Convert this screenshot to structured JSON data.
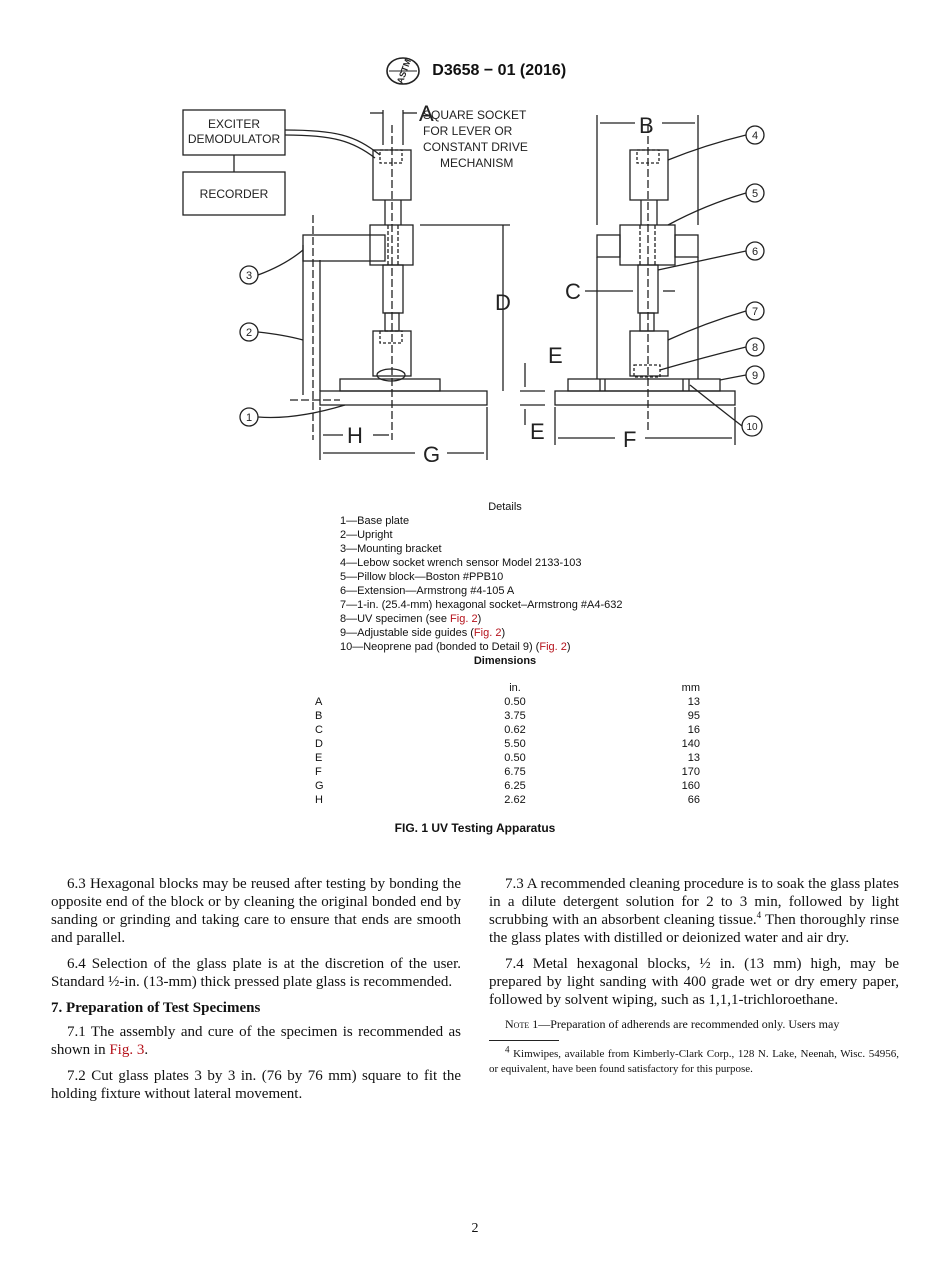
{
  "header": {
    "logo_text": "ASTM",
    "designation": "D3658 − 01 (2016)"
  },
  "figure": {
    "labels": {
      "exciter": "EXCITER",
      "demodulator": "DEMODULATOR",
      "recorder": "RECORDER",
      "socket_line1": "SQUARE SOCKET",
      "socket_line2": "FOR LEVER OR",
      "socket_line3": "CONSTANT DRIVE",
      "socket_line4": "MECHANISM",
      "dim_a": "A",
      "dim_b": "B",
      "dim_c": "C",
      "dim_d": "D",
      "dim_e_top": "E",
      "dim_e_bottom": "E",
      "dim_f": "F",
      "dim_g": "G",
      "dim_h": "H",
      "callouts": [
        "1",
        "2",
        "3",
        "4",
        "5",
        "6",
        "7",
        "8",
        "9",
        "10"
      ]
    }
  },
  "details": {
    "heading": "Details",
    "items": [
      {
        "text": "1—Base plate",
        "ref": "",
        "tail": ""
      },
      {
        "text": "2—Upright",
        "ref": "",
        "tail": ""
      },
      {
        "text": "3—Mounting bracket",
        "ref": "",
        "tail": ""
      },
      {
        "text": "4—Lebow socket wrench sensor Model 2133-103",
        "ref": "",
        "tail": ""
      },
      {
        "text": "5—Pillow block—Boston #PPB10",
        "ref": "",
        "tail": ""
      },
      {
        "text": "6—Extension—Armstrong #4-105 A",
        "ref": "",
        "tail": ""
      },
      {
        "text": "7—1-in. (25.4-mm) hexagonal socket–Armstrong #A4-632",
        "ref": "",
        "tail": ""
      },
      {
        "text": "8—UV specimen (see ",
        "ref": "Fig. 2",
        "tail": ")"
      },
      {
        "text": "9—Adjustable side guides (",
        "ref": "Fig. 2",
        "tail": ")"
      },
      {
        "text": "10—Neoprene pad (bonded to Detail 9) (",
        "ref": "Fig. 2",
        "tail": ")"
      }
    ]
  },
  "dimensions": {
    "heading": "Dimensions",
    "columns": [
      "",
      "in.",
      "mm"
    ],
    "rows": [
      [
        "A",
        "0.50",
        "13"
      ],
      [
        "B",
        "3.75",
        "95"
      ],
      [
        "C",
        "0.62",
        "16"
      ],
      [
        "D",
        "5.50",
        "140"
      ],
      [
        "E",
        "0.50",
        "13"
      ],
      [
        "F",
        "6.75",
        "170"
      ],
      [
        "G",
        "6.25",
        "160"
      ],
      [
        "H",
        "2.62",
        "66"
      ]
    ]
  },
  "figure_caption": "FIG. 1 UV Testing Apparatus",
  "body": {
    "p6_3": "6.3 Hexagonal blocks may be reused after testing by bonding the opposite end of the block or by cleaning the original bonded end by sanding or grinding and taking care to ensure that ends are smooth and parallel.",
    "p6_4": "6.4 Selection of the glass plate is at the discretion of the user. Standard ½-in. (13-mm) thick pressed plate glass is recommended.",
    "section7_heading": "7. Preparation of Test Specimens",
    "p7_1_text": "7.1 The assembly and cure of the specimen is recommended as shown in ",
    "p7_1_ref": "Fig. 3",
    "p7_1_tail": ".",
    "p7_2": "7.2 Cut glass plates 3 by 3 in. (76 by 76 mm) square to fit the holding fixture without lateral movement.",
    "p7_3_text": "7.3 A recommended cleaning procedure is to soak the glass plates in a dilute detergent solution for 2 to 3 min, followed by light scrubbing with an absorbent cleaning tissue.",
    "p7_3_sup": "4",
    "p7_3_tail": " Then thoroughly rinse the glass plates with distilled or deionized water and air dry.",
    "p7_4": "7.4 Metal hexagonal blocks, ½ in. (13 mm) high, may be prepared by light sanding with 400 grade wet or dry emery paper, followed by solvent wiping, such as 1,1,1-trichloroethane.",
    "note_label": "Note 1",
    "note_text": "—Preparation of adherends are recommended only. Users may",
    "footnote_sup": "4",
    "footnote_text": " Kimwipes, available from Kimberly-Clark Corp., 128 N. Lake, Neenah, Wisc. 54956, or equivalent, have been found satisfactory for this purpose."
  },
  "page_number": "2"
}
